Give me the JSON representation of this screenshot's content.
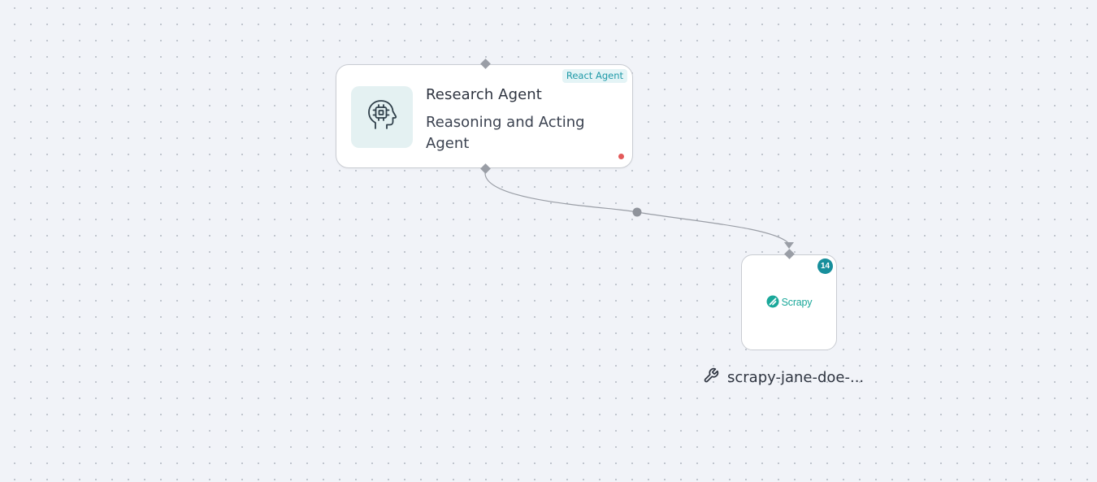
{
  "agent_node": {
    "title": "Research Agent",
    "description": "Reasoning and Acting Agent",
    "type_badge": "React Agent",
    "icon": "brain-chip-icon",
    "status_color": "#e35a5a"
  },
  "tool_node": {
    "logo_text": "Scrapy",
    "logo_icon": "scrapy-logo-icon",
    "count": "14",
    "label": "scrapy-jane-doe-...",
    "label_icon": "wrench-icon",
    "accent_color": "#1aa89a"
  },
  "canvas": {
    "background": "#f1f3f8",
    "edge_color": "#9a9ea6"
  }
}
